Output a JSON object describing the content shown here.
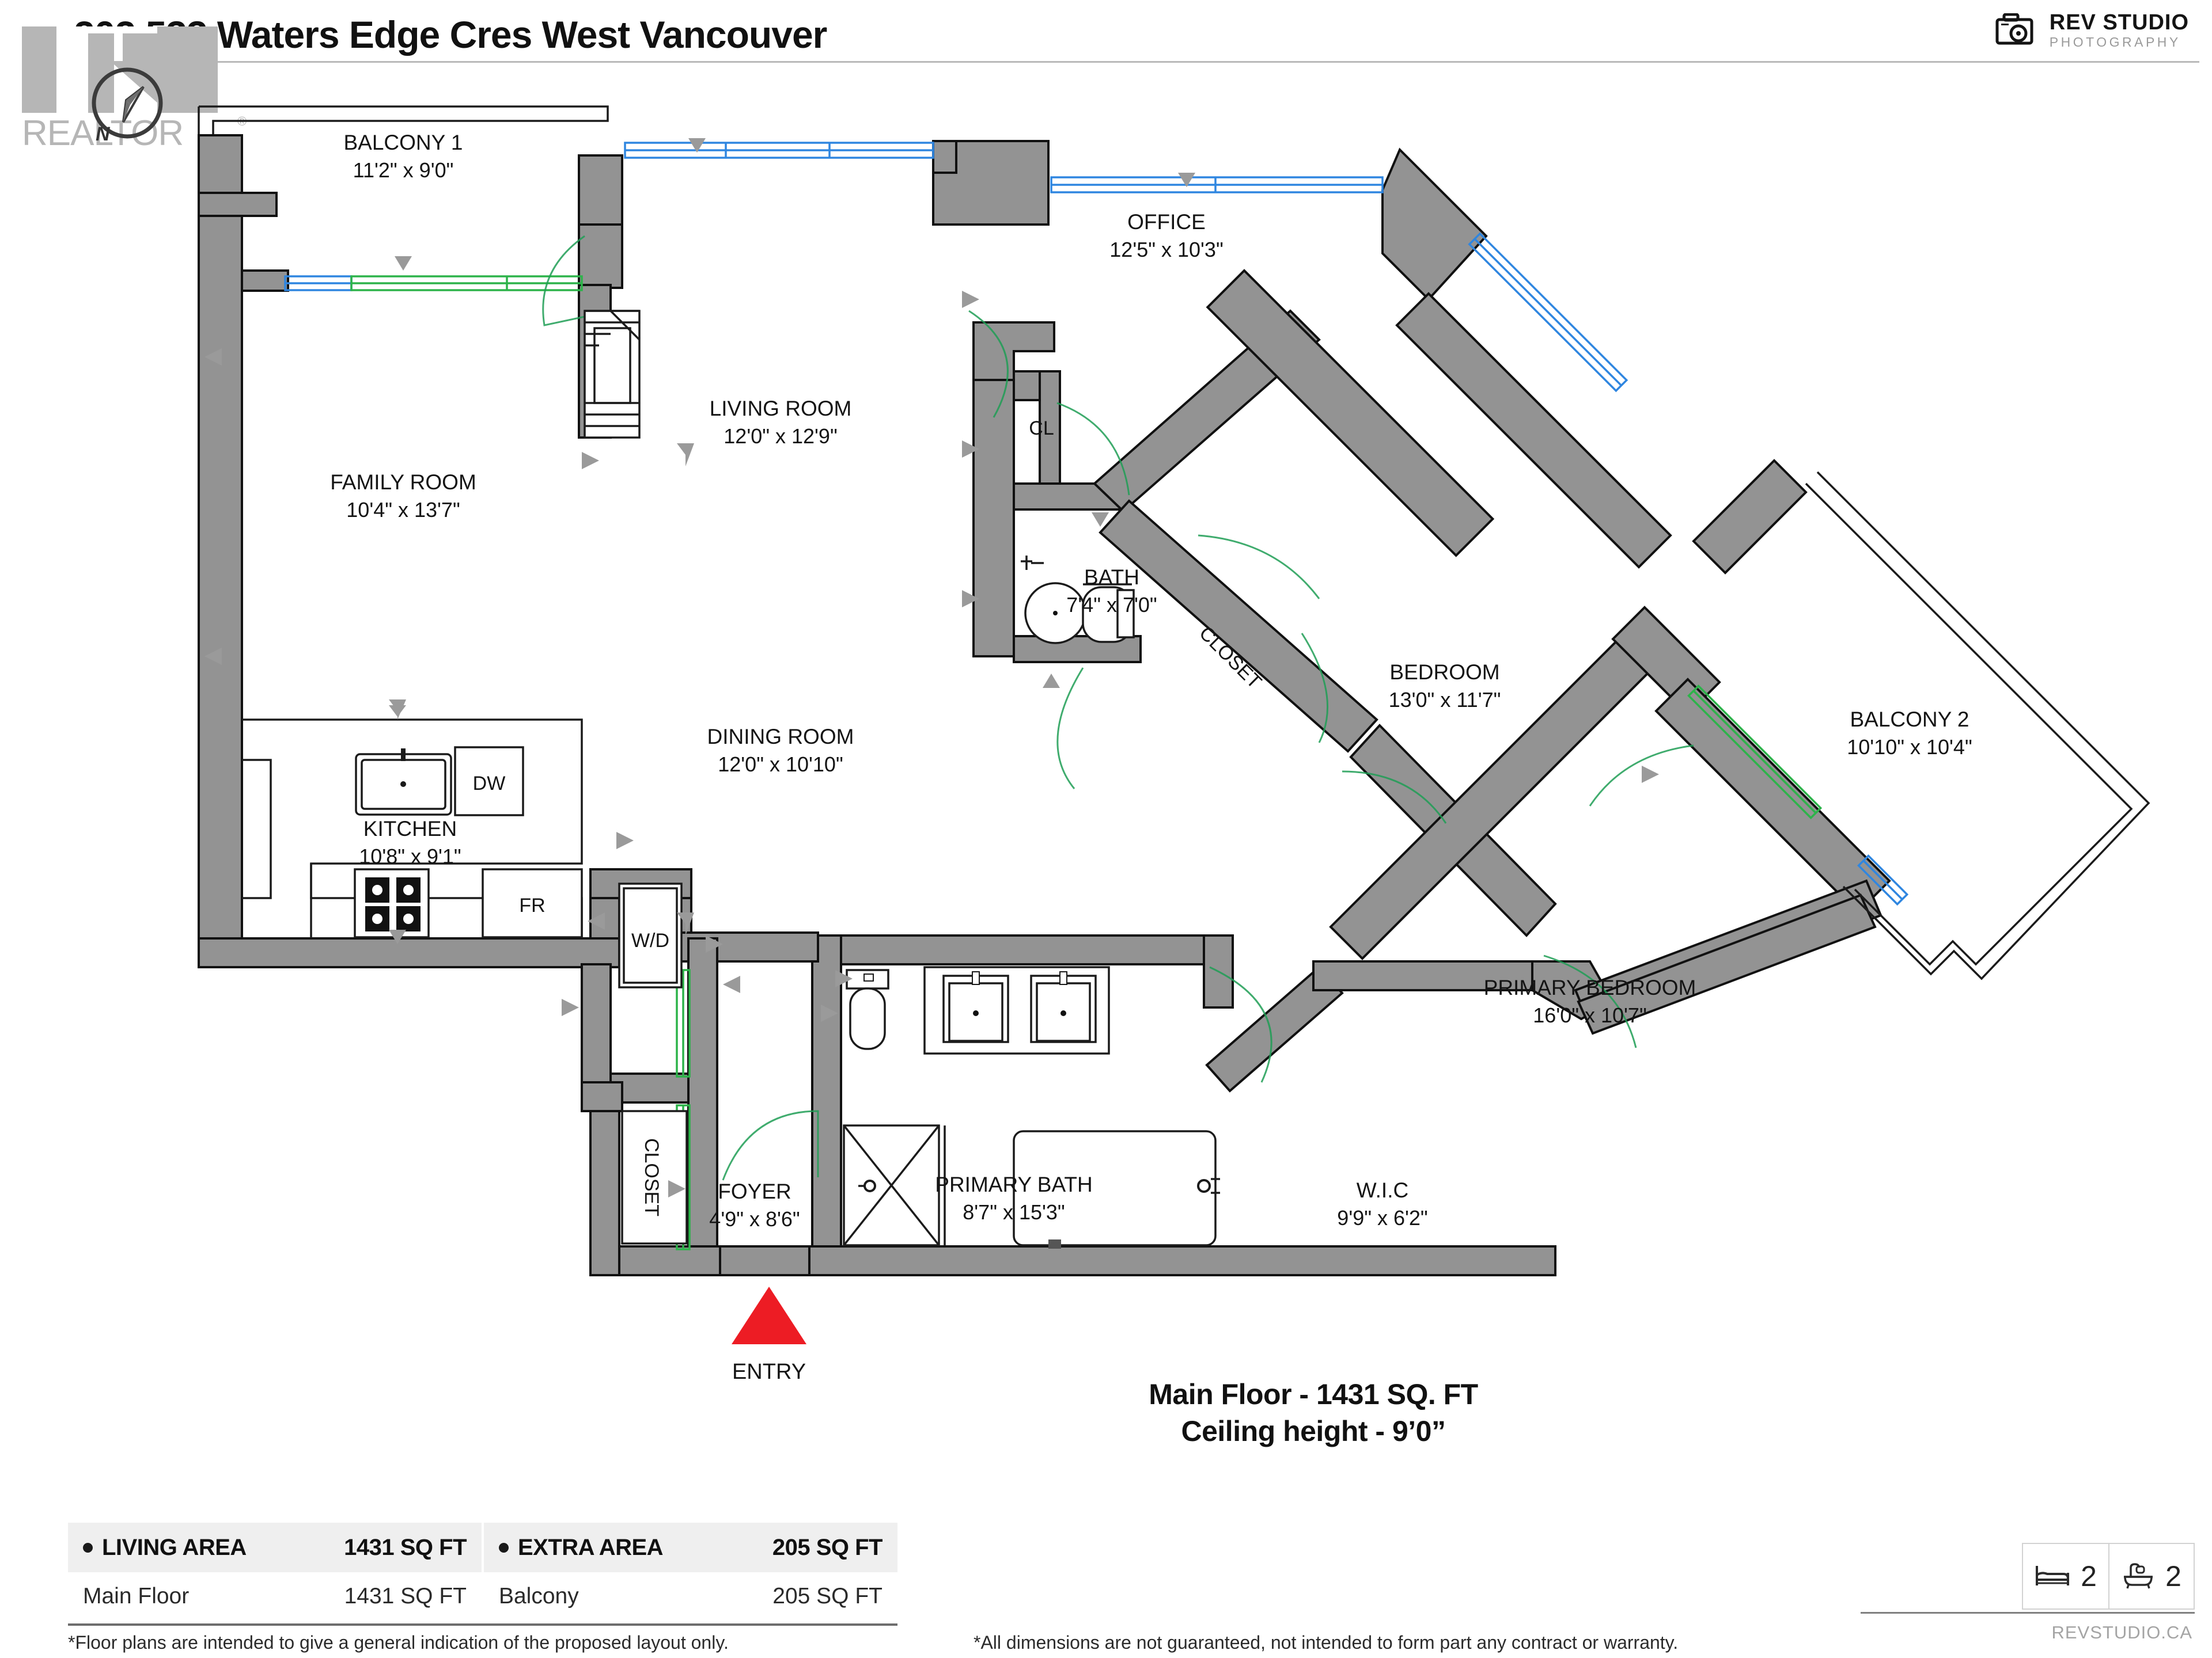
{
  "header": {
    "title": "202 533 Waters Edge Cres West Vancouver",
    "brand_name": "REV STUDIO",
    "brand_sub": "PHOTOGRAPHY",
    "brand_icon": "camera-icon"
  },
  "watermark": {
    "realtor_text": "REALTOR",
    "registered_mark": "®",
    "compass_label": "N",
    "compass_icon": "compass-icon"
  },
  "rooms": [
    {
      "id": "balcony1",
      "name": "BALCONY 1",
      "dim": "11'2\" x 9'0\""
    },
    {
      "id": "living_room",
      "name": "LIVING ROOM",
      "dim": "12'0\" x 12'9\""
    },
    {
      "id": "family_room",
      "name": "FAMILY ROOM",
      "dim": "10'4\" x 13'7\""
    },
    {
      "id": "dining_room",
      "name": "DINING ROOM",
      "dim": "12'0\" x 10'10\""
    },
    {
      "id": "kitchen",
      "name": "KITCHEN",
      "dim": "10'8\" x 9'1\""
    },
    {
      "id": "office",
      "name": "OFFICE",
      "dim": "12'5\" x 10'3\""
    },
    {
      "id": "bath",
      "name": "BATH",
      "dim": "7'4\" x 7'0\""
    },
    {
      "id": "bedroom",
      "name": "BEDROOM",
      "dim": "13'0\" x 11'7\""
    },
    {
      "id": "primary_bedroom",
      "name": "PRIMARY BEDROOM",
      "dim": "16'0\" x 10'7\""
    },
    {
      "id": "balcony2",
      "name": "BALCONY 2",
      "dim": "10'10\" x 10'4\""
    },
    {
      "id": "primary_bath",
      "name": "PRIMARY BATH",
      "dim": "8'7\" x 15'3\""
    },
    {
      "id": "wic",
      "name": "W.I.C",
      "dim": "9'9\" x 6'2\""
    },
    {
      "id": "foyer",
      "name": "FOYER",
      "dim": "4'9\" x 8'6\""
    }
  ],
  "unlabeled_spaces": [
    {
      "id": "cl",
      "name": "CL"
    },
    {
      "id": "closet_bedroom",
      "name": "CLOSET"
    },
    {
      "id": "closet_foyer",
      "name": "CLOSET"
    }
  ],
  "appliances": [
    {
      "id": "dishwasher",
      "label": "DW"
    },
    {
      "id": "fridge",
      "label": "FR"
    },
    {
      "id": "washer_dryer",
      "label": "W/D"
    }
  ],
  "entry": {
    "label": "ENTRY",
    "marker_color": "#ed1c24"
  },
  "summary": {
    "line1": "Main Floor - 1431 SQ. FT",
    "line2": "Ceiling height - 9’0”"
  },
  "legend": {
    "living_area": {
      "head_label": "LIVING AREA",
      "head_value": "1431 SQ FT",
      "row_label": "Main Floor",
      "row_value": "1431 SQ FT"
    },
    "extra_area": {
      "head_label": "EXTRA AREA",
      "head_value": "205 SQ FT",
      "row_label": "Balcony",
      "row_value": "205 SQ FT"
    }
  },
  "badges": {
    "bed_icon": "bed-icon",
    "bed_count": "2",
    "bath_icon": "bathtub-icon",
    "bath_count": "2"
  },
  "disclaimers": {
    "left": "*Floor plans are intended to give a general indication of the proposed layout only.",
    "right": "*All dimensions are not guaranteed, not intended to form part any contract or warranty."
  },
  "site_url": "REVSTUDIO.CA",
  "colors": {
    "wall_fill": "#939393",
    "wall_stroke": "#111111",
    "door_swing": "#1f9d55",
    "window_blue": "#2f86e0",
    "window_green": "#2db34a",
    "entry_red": "#ed1c24",
    "watermark_gray": "#b6b6b6"
  }
}
